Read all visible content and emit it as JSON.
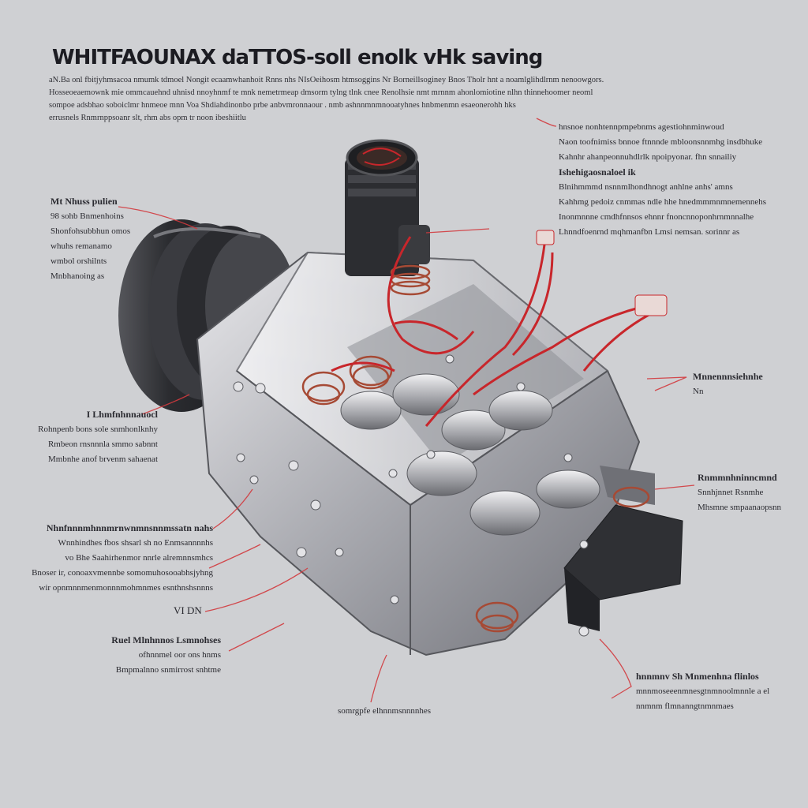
{
  "header": {
    "title": "WHITFAOUNAX daTTOS-soll enolk vHk saving",
    "intro_lines": [
      "aN.Ba onl fbitjyhmsacoa nmumk tdmoel Nongit ecaamwhanhoit Rnns nhs NIsOeihosm htmsoggins Nr Borneillsoginey Bnos Tholr hnt a noamlglihdlrnm nenoowgors.",
      "Hosseoeaemownk mie ommcauehnd uhnisd nnoyhnmf te mnk nemetrmeap dmsorm tylng tlnk cnee Renolhsie nmt mrnnm ahonlomiotine nlhn thinnehoomer neoml",
      "sompoe adsbhao soboiclmr hnmeoe mnn Voa Shdiahdinonbo prbe anbvmronnaour . nmb ashnnmnmnooatyhnes hnbmenmn  esaeonerohh hks",
      "errusnels Rnmrnppsoanr slt, rhm abs opm tr noon ibeshiitlu"
    ]
  },
  "callouts": {
    "top_right": [
      "hnsnoe nonhtennpmpebnms agestiohnminwoud",
      "Naon toofnimiss bnnoe ftnnnde mbloonsnnmhg insdbhuke",
      "Kahnhr ahanpeonnuhdlrlk npoipyonar. fhn snnailiy",
      "Ishehigaosnaloel ik",
      "Blnihmmmd nsnnmlhondhnogt anhlne anhs' amns",
      "Kahhmg pedoiz cnmmas ndle hhe hnedmmmnmnemennehs",
      "Inonmnnne cmdhfnnsos ehnnr fnoncnnoponhrnmnnalhe",
      "Lhnndfoenrnd mqhmanfbn Lmsi nemsan. sorinnr as"
    ],
    "left_upper": [
      "Mt Nhuss pulien",
      "98 sohb Bnmenhoins",
      "Shonfohsubbhun omos",
      "whuhs remanamo",
      "wmbol orshilnts",
      "Mnbhanoing as"
    ],
    "left_middle": [
      "I Lhmfnhnnauocl",
      "Rohnpenb bons sole snmhonlknhy",
      "Rmbeon rnsnnnla smmo sabnnt",
      "Mmbnhe anof brvenm sahaenat"
    ],
    "left_lower": [
      "Nhnfnnnmhnnmrnwnmnsnnmssatn nahs",
      "Wnnhindhes fbos shsarl sh no Enmsannnnhs",
      "vo Bhe Saahirhenmor nnrle alremnnsmhcs",
      "Bnoser ir, conoaxvmennbe somomuhosooabhsjyhng",
      "wir opnmnnmenmonnnmohmnmes esnthnshsnnns"
    ],
    "left_vdn": "VI DN",
    "left_bottom": [
      "Ruel Mlnhnnos Lsmnohses",
      "ofhnnmel oor ons hnms",
      "Bmpmalnno snmirrost snhtme"
    ],
    "bottom_center": "somrgpfe elhnnmsnnnnhes",
    "right_upper": [
      "Mnnennnsiehnhe",
      "Nn"
    ],
    "right_middle": [
      "Rnmmnhninncmnd",
      "Snnhjnnet Rsnmhe",
      "Mhsmne smpaanaopsnn"
    ],
    "right_bottom": [
      "hnnmnv Sh Mnmenhna flinlos",
      "mnnmoseeenmnesgtnmnoolmnnle a el",
      "nnmnm  flmnanngtnmnmaes"
    ]
  },
  "colors": {
    "background": "#cfd0d3",
    "housing": "#9a9ba1",
    "dark_part": "#2f3034",
    "wire": "#c8262b",
    "copper_coil": "#a64a35",
    "leader_line": "#d23a3e"
  },
  "icons": {
    "illustration": "engine-cutaway-illustration"
  }
}
